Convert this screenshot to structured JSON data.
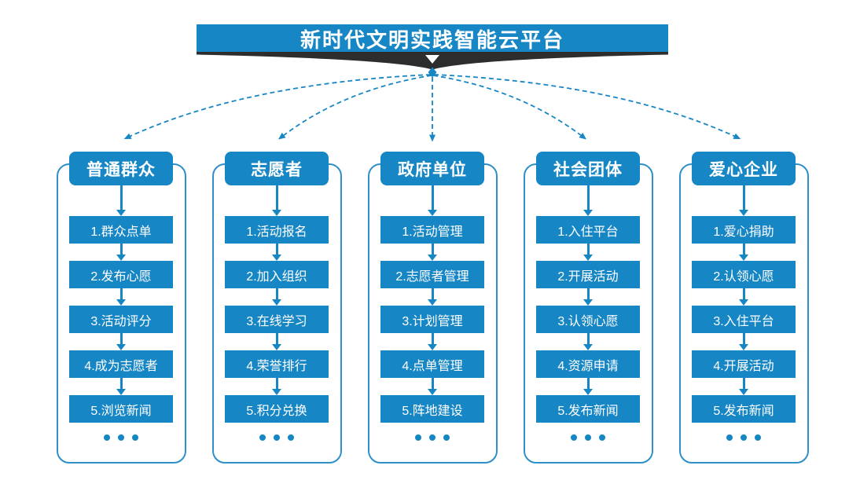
{
  "title": "新时代文明实践智能云平台",
  "colors": {
    "primary": "#1786c5",
    "outline": "#2e8fc9",
    "ribbon": "#2d2d2d",
    "background": "#ffffff",
    "text_on_blue": "#ffffff"
  },
  "columns": [
    {
      "header": "普通群众",
      "steps": [
        "1.群众点单",
        "2.发布心愿",
        "3.活动评分",
        "4.成为志愿者",
        "5.浏览新闻"
      ],
      "more": "..."
    },
    {
      "header": "志愿者",
      "steps": [
        "1.活动报名",
        "2.加入组织",
        "3.在线学习",
        "4.荣誉排行",
        "5.积分兑换"
      ],
      "more": "..."
    },
    {
      "header": "政府单位",
      "steps": [
        "1.活动管理",
        "2.志愿者管理",
        "3.计划管理",
        "4.点单管理",
        "5.阵地建设"
      ],
      "more": "..."
    },
    {
      "header": "社会团体",
      "steps": [
        "1.入住平台",
        "2.开展活动",
        "3.认领心愿",
        "4.资源申请",
        "5.发布新闻"
      ],
      "more": "..."
    },
    {
      "header": "爱心企业",
      "steps": [
        "1.爱心捐助",
        "2.认领心愿",
        "3.入住平台",
        "4.开展活动",
        "5.发布新闻"
      ],
      "more": "..."
    }
  ]
}
